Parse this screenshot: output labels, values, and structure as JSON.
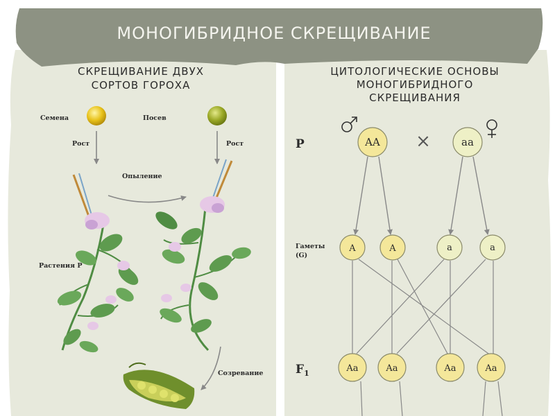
{
  "banner": {
    "title": "МОНОГИБРИДНОЕ СКРЕЩИВАНИЕ"
  },
  "left_panel": {
    "heading_line1": "СКРЕЩИВАНИЕ ДВУХ",
    "heading_line2": "СОРТОВ ГОРОХА",
    "labels": {
      "seeds": "Семена",
      "sowing": "Посев",
      "growth_left": "Рост",
      "growth_right": "Рост",
      "pollination": "Опыление",
      "plants_p": "Растения Р",
      "ripening": "Созревание"
    }
  },
  "right_panel": {
    "heading_line1": "ЦИТОЛОГИЧЕСКИЕ ОСНОВЫ",
    "heading_line2": "МОНОГИБРИДНОГО",
    "heading_line3": "СКРЕЩИВАНИЯ",
    "row_p": "P",
    "row_gametes_line1": "Гаметы",
    "row_gametes_line2": "(G)",
    "row_f1_letter": "F",
    "row_f1_sub": "1",
    "cross_symbol": "×",
    "parents": [
      "AA",
      "aa"
    ],
    "gametes": [
      "A",
      "A",
      "a",
      "a"
    ],
    "f1": [
      "Aa",
      "Aa",
      "Aa",
      "Aa"
    ]
  },
  "colors": {
    "banner": "#8d9283",
    "panel": "#e7e9dc",
    "dominant_circle": "#f4e79a",
    "recessive_circle": "#eef0c6",
    "yellow_pea": "#e8c21a",
    "green_pea": "#9aa826",
    "leaf": "#5e9b4f",
    "flower": "#e6c8e6"
  }
}
